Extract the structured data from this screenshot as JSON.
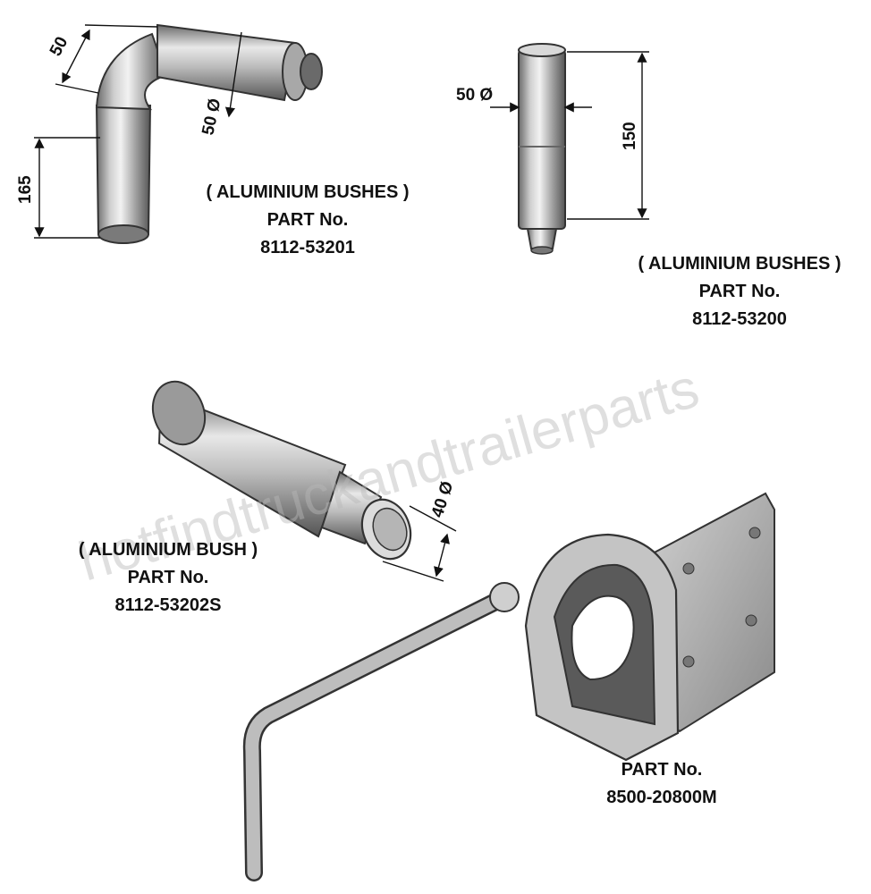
{
  "watermark": "hotfindtruckandtrailerparts",
  "parts": [
    {
      "name": "( ALUMINIUM BUSHES )",
      "part_label": "PART No.",
      "part_number": "8112-53201",
      "dimensions": [
        "50",
        "50 Ø",
        "165"
      ]
    },
    {
      "name": "( ALUMINIUM BUSHES )",
      "part_label": "PART No.",
      "part_number": "8112-53200",
      "dimensions": [
        "50 Ø",
        "150"
      ]
    },
    {
      "name": "( ALUMINIUM BUSH )",
      "part_label": "PART No.",
      "part_number": "8112-53202S",
      "dimensions": [
        "40 Ø"
      ]
    },
    {
      "name": "",
      "part_label": "PART No.",
      "part_number": "8500-20800M",
      "dimensions": []
    }
  ]
}
